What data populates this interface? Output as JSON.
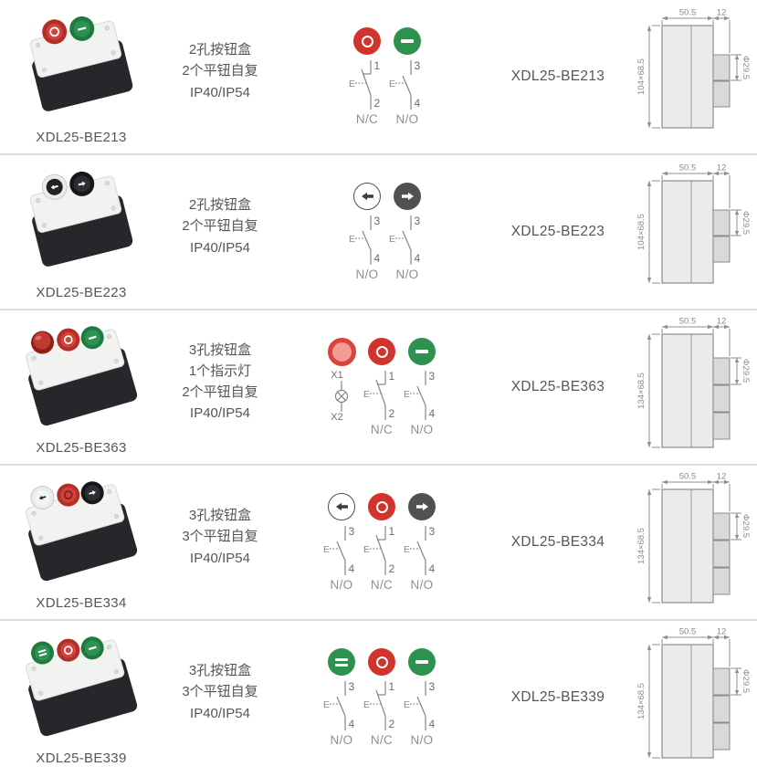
{
  "page": {
    "background": "#ffffff",
    "divider_color": "#dbdcdc",
    "accent_colors": {
      "red": "#d0342c",
      "green": "#2e9150",
      "dark_button": "#515151",
      "lamp_red": "#d8453e",
      "text_gray": "#55565a"
    }
  },
  "legend": {
    "actuator": "E"
  },
  "rows": [
    {
      "model": "XDL25-BE213",
      "description": [
        "2孔按钮盒",
        "2个平钮自复",
        "IP40/IP54"
      ],
      "symbols": {
        "buttons": [
          "red-ring",
          "green-dash"
        ],
        "contacts": [
          {
            "top": "1",
            "bottom": "2",
            "type": "N/C"
          },
          {
            "top": "3",
            "bottom": "4",
            "type": "N/O"
          }
        ]
      },
      "dimensions": {
        "width": "50.5",
        "protrusion": "12",
        "face": "104×68.5",
        "diameter": "Φ29.5",
        "button_count": 2
      }
    },
    {
      "model": "XDL25-BE223",
      "description": [
        "2孔按钮盒",
        "2个平钮自复",
        "IP40/IP54"
      ],
      "symbols": {
        "buttons": [
          "white-arrow-left",
          "dark-arrow-right"
        ],
        "contacts": [
          {
            "top": "3",
            "bottom": "4",
            "type": "N/O"
          },
          {
            "top": "3",
            "bottom": "4",
            "type": "N/O"
          }
        ]
      },
      "dimensions": {
        "width": "50.5",
        "protrusion": "12",
        "face": "104×68.5",
        "diameter": "Φ29.5",
        "button_count": 2
      }
    },
    {
      "model": "XDL25-BE363",
      "description": [
        "3孔按钮盒",
        "1个指示灯",
        "2个平钮自复",
        "IP40/IP54"
      ],
      "symbols": {
        "buttons": [
          "red-indicator-lamp",
          "red-ring",
          "green-dash"
        ],
        "lamp": {
          "top": "X1",
          "bottom": "X2"
        },
        "contacts": [
          {
            "top": "1",
            "bottom": "2",
            "type": "N/C"
          },
          {
            "top": "3",
            "bottom": "4",
            "type": "N/O"
          }
        ]
      },
      "dimensions": {
        "width": "50.5",
        "protrusion": "12",
        "face": "134×68.5",
        "diameter": "Φ29.5",
        "button_count": 3
      }
    },
    {
      "model": "XDL25-BE334",
      "description": [
        "3孔按钮盒",
        "3个平钮自复",
        "IP40/IP54"
      ],
      "symbols": {
        "buttons": [
          "white-arrow-left",
          "red-ring",
          "dark-arrow-right"
        ],
        "contacts": [
          {
            "top": "3",
            "bottom": "4",
            "type": "N/O"
          },
          {
            "top": "1",
            "bottom": "2",
            "type": "N/C"
          },
          {
            "top": "3",
            "bottom": "4",
            "type": "N/O"
          }
        ]
      },
      "dimensions": {
        "width": "50.5",
        "protrusion": "12",
        "face": "134×68.5",
        "diameter": "Φ29.5",
        "button_count": 3
      }
    },
    {
      "model": "XDL25-BE339",
      "description": [
        "3孔按钮盒",
        "3个平钮自复",
        "IP40/IP54"
      ],
      "symbols": {
        "buttons": [
          "green-equal",
          "red-ring",
          "green-dash"
        ],
        "contacts": [
          {
            "top": "3",
            "bottom": "4",
            "type": "N/O"
          },
          {
            "top": "1",
            "bottom": "2",
            "type": "N/C"
          },
          {
            "top": "3",
            "bottom": "4",
            "type": "N/O"
          }
        ]
      },
      "dimensions": {
        "width": "50.5",
        "protrusion": "12",
        "face": "134×68.5",
        "diameter": "Φ29.5",
        "button_count": 3
      }
    }
  ]
}
